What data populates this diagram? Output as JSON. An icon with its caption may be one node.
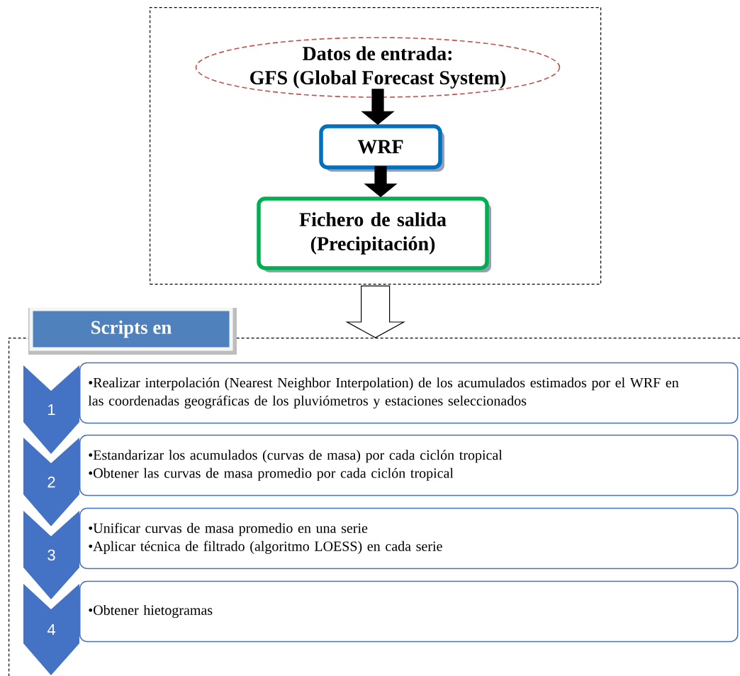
{
  "diagram": {
    "nodes": [
      {
        "text": [],
        "shape": "box"
      },
      {
        "text": [
          "Datos de entrada:",
          "GFS (Global Forecast System)"
        ],
        "in": 0
      },
      {
        "text": [
          "WRF"
        ],
        "in": 0
      },
      {
        "text": [
          "Fichero de salida (Precipitación)"
        ],
        "in": 0
      },
      {
        "text": [],
        "shape": "box"
      },
      {
        "text": [
          "Scripts en"
        ]
      },
      {
        "text": [
          "1"
        ],
        "in": 4
      },
      {
        "text": [
          "•Realizar interpolación (Nearest Neighbor Interpolation) de los acumulados estimados por el WRF en las coordenadas geográficas de los pluviómetros y estaciones seleccionados"
        ],
        "in": 4
      },
      {
        "text": [
          "2"
        ],
        "in": 4
      },
      {
        "text": [
          "•Estandarizar los acumulados (curvas de masa) por cada ciclón tropical",
          "•Obtener las curvas de masa promedio por cada ciclón tropical"
        ],
        "in": 4
      },
      {
        "text": [
          "3"
        ],
        "in": 4
      },
      {
        "text": [
          "•Unificar curvas de masa promedio en una serie",
          "•Aplicar técnica de filtrado (algoritmo LOESS) en cada serie"
        ],
        "in": 4
      },
      {
        "text": [
          "4"
        ],
        "in": 4
      },
      {
        "text": [
          "•Obtener hietogramas"
        ],
        "in": 4
      }
    ],
    "edges": [
      {
        "from": 1,
        "to": 2,
        "arrow": "to"
      },
      {
        "from": 2,
        "to": 3,
        "arrow": "to"
      },
      {
        "from": 0,
        "to": 4,
        "arrow": "to"
      }
    ]
  }
}
